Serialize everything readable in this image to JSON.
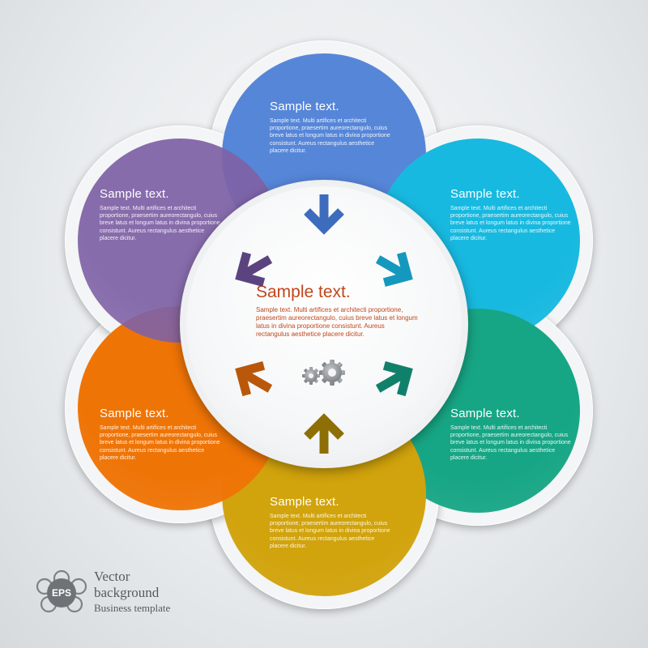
{
  "petals": [
    {
      "id": "top",
      "color": "#5686d8",
      "title": "Sample text.",
      "body": "Sample text. Multi artifices et architecti proportione, praesertim aureorectangulo, cuius breve latus et longum latus in divina proportione consistunt. Aureus rectangulus aesthetice placere dicitur."
    },
    {
      "id": "top-right",
      "color": "#18b9e0",
      "title": "Sample text.",
      "body": "Sample text. Multi artifices et architecti proportione, praesertim aureorectangulo, cuius breve latus et longum latus in divina proportione consistunt. Aureus rectangulus aesthetice placere dicitur."
    },
    {
      "id": "bottom-right",
      "color": "#17a685",
      "title": "Sample text.",
      "body": "Sample text. Multi artifices et architecti proportione, praesertim aureorectangulo, cuius breve latus et longum latus in divina proportione consistunt. Aureus rectangulus aesthetice placere dicitur."
    },
    {
      "id": "bottom",
      "color": "#d1a30c",
      "title": "Sample text.",
      "body": "Sample text. Multi artifices et architecti proportione, praesertim aureorectangulo, cuius breve latus et longum latus in divina proportione consistunt. Aureus rectangulus aesthetice placere dicitur."
    },
    {
      "id": "bottom-left",
      "color": "#ef7406",
      "title": "Sample text.",
      "body": "Sample text. Multi artifices et architecti proportione, praesertim aureorectangulo, cuius breve latus et longum latus in divina proportione consistunt. Aureus rectangulus aesthetice placere dicitur."
    },
    {
      "id": "top-left",
      "color": "#7f62a6",
      "title": "Sample text.",
      "body": "Sample text. Multi artifices et architecti proportione, praesertim aureorectangulo, cuius breve latus et longum latus in divina proportione consistunt. Aureus rectangulus aesthetice placere dicitur."
    }
  ],
  "center": {
    "title": "Sample text.",
    "body": "Sample text. Multi artifices et architecti proportione, praesertim aureorectangulo, cuius breve latus et longum latus in divina proportione consistunt. Aureus rectangulus aesthetice placere dicitur.",
    "title_color": "#c0471a",
    "icon": "gears-icon"
  },
  "arrows": [
    {
      "name": "arrow-from-top",
      "color": "#3e6cbd"
    },
    {
      "name": "arrow-from-top-right",
      "color": "#1598bd"
    },
    {
      "name": "arrow-from-bottom-right",
      "color": "#11806a"
    },
    {
      "name": "arrow-from-bottom",
      "color": "#8e6f07"
    },
    {
      "name": "arrow-from-bottom-left",
      "color": "#b9580a"
    },
    {
      "name": "arrow-from-top-left",
      "color": "#5b4380"
    }
  ],
  "footer": {
    "badge": "EPS",
    "line1": "Vector",
    "line2": "background",
    "line3": "Business template"
  }
}
